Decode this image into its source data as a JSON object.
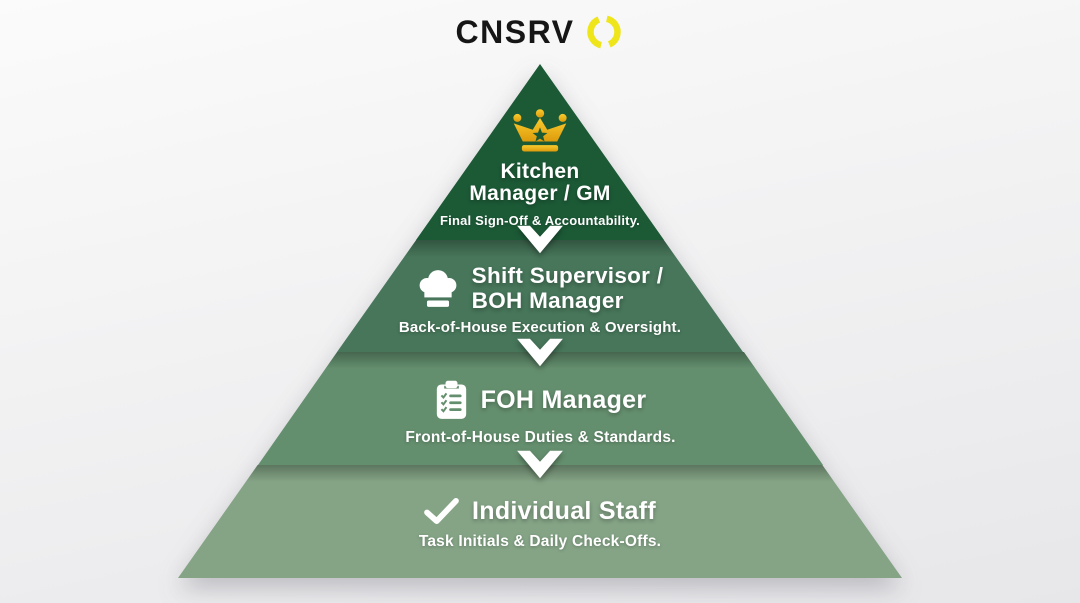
{
  "header": {
    "brand": "CNSRV",
    "brand_color": "#161616",
    "logo": {
      "icon": "broken-circle-icon",
      "color": "#EFE51B"
    }
  },
  "pyramid": {
    "type": "hierarchy",
    "text_color": "#FFFFFF",
    "connector": {
      "icon": "chevron-down-icon",
      "count": 3,
      "color": "#FFFFFF"
    },
    "tiers": [
      {
        "rank": 1,
        "icon": "crown-icon",
        "icon_color": "#F2B81F",
        "color": "#1C5A36",
        "title_lines": [
          "Kitchen",
          "Manager / GM"
        ],
        "subtitle": "Final Sign-Off & Accountability."
      },
      {
        "rank": 2,
        "icon": "chef-hat-icon",
        "icon_color": "#FFFFFF",
        "color": "#47765A",
        "title_lines": [
          "Shift Supervisor /",
          "BOH Manager"
        ],
        "subtitle": "Back-of-House Execution & Oversight."
      },
      {
        "rank": 3,
        "icon": "clipboard-icon",
        "icon_color": "#FFFFFF",
        "color": "#648F6E",
        "title_lines": [
          "FOH Manager"
        ],
        "subtitle": "Front-of-House Duties & Standards."
      },
      {
        "rank": 4,
        "icon": "checkmark-icon",
        "icon_color": "#FFFFFF",
        "color": "#85A486",
        "title_lines": [
          "Individual Staff"
        ],
        "subtitle": "Task Initials & Daily Check-Offs."
      }
    ]
  },
  "background": {
    "top": "#FBFBFB",
    "bottom": "#E7E7EA"
  }
}
